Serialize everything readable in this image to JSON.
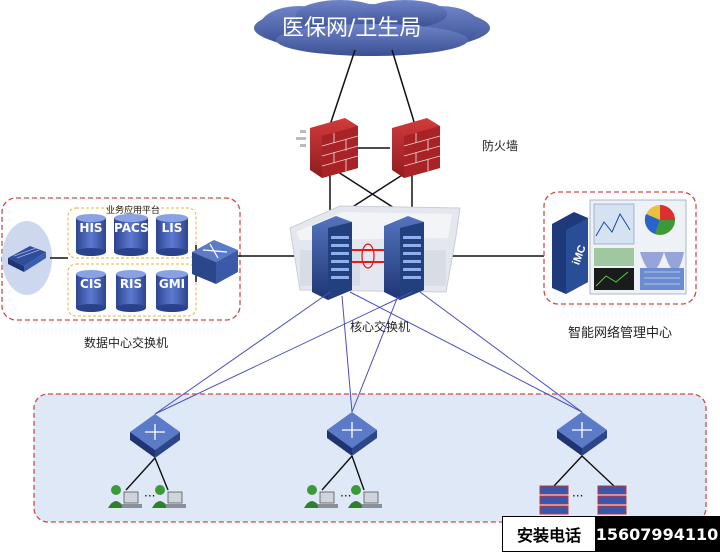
{
  "cloud": {
    "label": "医保网/卫生局"
  },
  "firewall": {
    "label": "防火墙"
  },
  "core_switch": {
    "label": "核心交换机"
  },
  "management": {
    "label": "智能网络管理中心",
    "device_label": "iMC"
  },
  "datacenter": {
    "label": "数据中心交换机",
    "platform_label": "业务应用平台",
    "databases_top": [
      "HIS",
      "PACS",
      "LIS"
    ],
    "databases_bottom": [
      "CIS",
      "RIS",
      "GMI"
    ]
  },
  "contact": {
    "label": "安装电话",
    "phone": "15607994110"
  },
  "colors": {
    "cloud": "#4a5fa6",
    "firewall": "#b8262a",
    "db": "#3a56a8",
    "switch": "#2d4a8c",
    "zone_bg": "#dce6f5",
    "zone_border": "#d04a4a",
    "link_blue": "#4a4fc0"
  }
}
